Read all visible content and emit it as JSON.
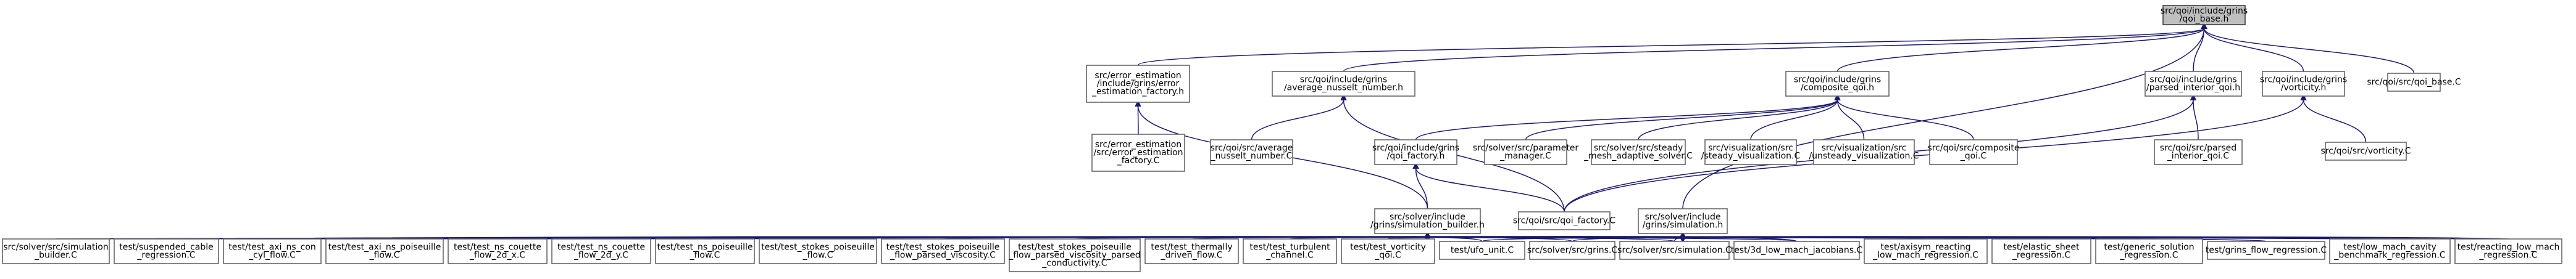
{
  "diagram": {
    "type": "include-dependency-graph",
    "edge_color": "#191970",
    "root_fill": "#bfbfbf",
    "nodes": [
      {
        "id": "root",
        "lines": [
          "src/qoi/include/grins",
          "/qoi_base.h"
        ]
      },
      {
        "id": "eef",
        "lines": [
          "src/error_estimation",
          "/include/grins/error",
          "_estimation_factory.h"
        ]
      },
      {
        "id": "ans",
        "lines": [
          "src/qoi/include/grins",
          "/average_nusselt_number.h"
        ]
      },
      {
        "id": "cq",
        "lines": [
          "src/qoi/include/grins",
          "/composite_qoi.h"
        ]
      },
      {
        "id": "piq",
        "lines": [
          "src/qoi/include/grins",
          "/parsed_interior_qoi.h"
        ]
      },
      {
        "id": "vort",
        "lines": [
          "src/qoi/include/grins",
          "/vorticity.h"
        ]
      },
      {
        "id": "qbc",
        "lines": [
          "src/qoi/src/qoi_base.C"
        ]
      },
      {
        "id": "eefc",
        "lines": [
          "src/error_estimation",
          "/src/error_estimation",
          "_factory.C"
        ]
      },
      {
        "id": "ansc",
        "lines": [
          "src/qoi/src/average",
          "_nusselt_number.C"
        ]
      },
      {
        "id": "qf",
        "lines": [
          "src/qoi/include/grins",
          "/qoi_factory.h"
        ]
      },
      {
        "id": "pm",
        "lines": [
          "src/solver/src/parameter",
          "_manager.C"
        ]
      },
      {
        "id": "sma",
        "lines": [
          "src/solver/src/steady",
          "_mesh_adaptive_solver.C"
        ]
      },
      {
        "id": "vsv",
        "lines": [
          "src/visualization/src",
          "/steady_visualization.C"
        ]
      },
      {
        "id": "vuv",
        "lines": [
          "src/visualization/src",
          "/unsteady_visualization.C"
        ]
      },
      {
        "id": "cqc",
        "lines": [
          "src/qoi/src/composite",
          "_qoi.C"
        ]
      },
      {
        "id": "piqc",
        "lines": [
          "src/qoi/src/parsed",
          "_interior_qoi.C"
        ]
      },
      {
        "id": "vortc",
        "lines": [
          "src/qoi/src/vorticity.C"
        ]
      },
      {
        "id": "sb",
        "lines": [
          "src/solver/include",
          "/grins/simulation_builder.h"
        ]
      },
      {
        "id": "qfc",
        "lines": [
          "src/qoi/src/qoi_factory.C"
        ]
      },
      {
        "id": "sim",
        "lines": [
          "src/solver/include",
          "/grins/simulation.h"
        ]
      },
      {
        "id": "b1",
        "lines": [
          "src/solver/src/simulation",
          "_builder.C"
        ]
      },
      {
        "id": "b2",
        "lines": [
          "test/suspended_cable",
          "_regression.C"
        ]
      },
      {
        "id": "b3",
        "lines": [
          "test/test_axi_ns_con",
          "_cyl_flow.C"
        ]
      },
      {
        "id": "b4",
        "lines": [
          "test/test_axi_ns_poiseuille",
          "_flow.C"
        ]
      },
      {
        "id": "b5",
        "lines": [
          "test/test_ns_couette",
          "_flow_2d_x.C"
        ]
      },
      {
        "id": "b6",
        "lines": [
          "test/test_ns_couette",
          "_flow_2d_y.C"
        ]
      },
      {
        "id": "b7",
        "lines": [
          "test/test_ns_poiseuille",
          "_flow.C"
        ]
      },
      {
        "id": "b8",
        "lines": [
          "test/test_stokes_poiseuille",
          "_flow.C"
        ]
      },
      {
        "id": "b9",
        "lines": [
          "test/test_stokes_poiseuille",
          "_flow_parsed_viscosity.C"
        ]
      },
      {
        "id": "b10",
        "lines": [
          "test/test_stokes_poiseuille",
          "_flow_parsed_viscosity_parsed",
          "_conductivity.C"
        ]
      },
      {
        "id": "b11",
        "lines": [
          "test/test_thermally",
          "_driven_flow.C"
        ]
      },
      {
        "id": "b12",
        "lines": [
          "test/test_turbulent",
          "_channel.C"
        ]
      },
      {
        "id": "b13",
        "lines": [
          "test/test_vorticity",
          "_qoi.C"
        ]
      },
      {
        "id": "b14",
        "lines": [
          "test/ufo_unit.C"
        ]
      },
      {
        "id": "b15",
        "lines": [
          "src/solver/src/grins.C"
        ]
      },
      {
        "id": "b16",
        "lines": [
          "src/solver/src/simulation.C"
        ]
      },
      {
        "id": "b17",
        "lines": [
          "test/3d_low_mach_jacobians.C"
        ]
      },
      {
        "id": "b18",
        "lines": [
          "test/axisym_reacting",
          "_low_mach_regression.C"
        ]
      },
      {
        "id": "b19",
        "lines": [
          "test/elastic_sheet",
          "_regression.C"
        ]
      },
      {
        "id": "b20",
        "lines": [
          "test/generic_solution",
          "_regression.C"
        ]
      },
      {
        "id": "b21",
        "lines": [
          "test/grins_flow_regression.C"
        ]
      },
      {
        "id": "b22",
        "lines": [
          "test/low_mach_cavity",
          "_benchmark_regression.C"
        ]
      },
      {
        "id": "b23",
        "lines": [
          "test/reacting_low_mach",
          "_regression.C"
        ]
      }
    ]
  }
}
